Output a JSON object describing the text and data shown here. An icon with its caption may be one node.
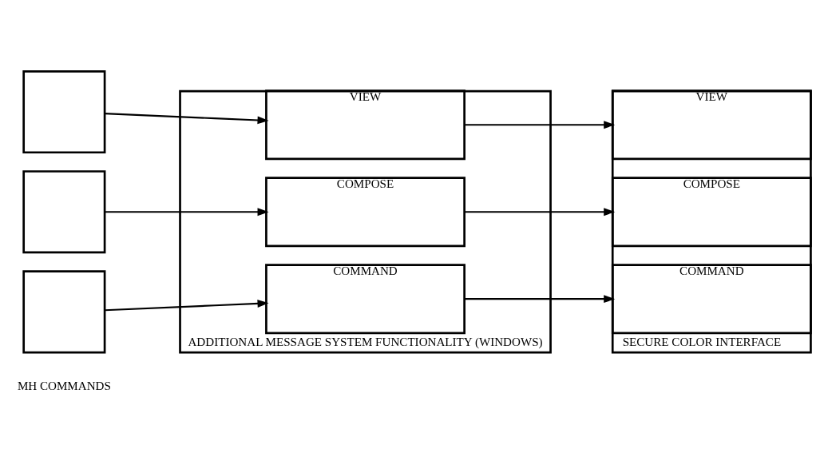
{
  "diagram": {
    "nodes": [
      {
        "text": [],
        "shape": "box"
      },
      {
        "text": [],
        "shape": "box"
      },
      {
        "text": [],
        "shape": "box"
      },
      {
        "text": [],
        "shape": "box",
        "beside": [
          "ADDITIONAL MESSAGE SYSTEM FUNCTIONALITY (WINDOWS)"
        ]
      },
      {
        "text": [
          "VIEW"
        ],
        "in": 3
      },
      {
        "text": [
          "COMPOSE"
        ],
        "in": 3
      },
      {
        "text": [
          "COMMAND"
        ],
        "in": 3
      },
      {
        "text": [],
        "shape": "box",
        "beside": [
          "SECURE COLOR INTERFACE"
        ]
      },
      {
        "text": [
          "VIEW"
        ],
        "in": 7
      },
      {
        "text": [
          "COMPOSE"
        ],
        "in": 7
      },
      {
        "text": [
          "COMMAND"
        ],
        "in": 7
      }
    ],
    "edges": [
      {
        "from": 0,
        "to": 4,
        "arrow": "to"
      },
      {
        "from": 1,
        "to": 5,
        "arrow": "to"
      },
      {
        "from": 2,
        "to": 6,
        "arrow": "to"
      },
      {
        "from": 4,
        "to": 8,
        "arrow": "to"
      },
      {
        "from": 5,
        "to": 9,
        "arrow": "to"
      },
      {
        "from": 6,
        "to": 10,
        "arrow": "to"
      }
    ],
    "labels": [
      "MH COMMANDS"
    ]
  }
}
